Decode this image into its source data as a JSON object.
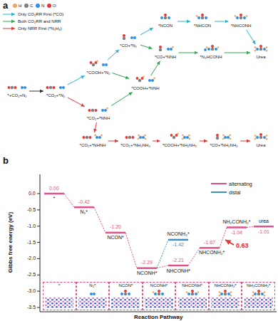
{
  "diagram": {
    "nodes": [
      {
        "text": [
          "*+CO₂+N₂"
        ]
      },
      {
        "text": [
          "*CO₂+*N₂"
        ]
      },
      {
        "text": [
          "*COOH+*N₂"
        ]
      },
      {
        "text": [
          "*CO+*N₂"
        ]
      },
      {
        "text": [
          "*NCON"
        ]
      },
      {
        "text": [
          "*NHCON"
        ]
      },
      {
        "text": [
          "*NHCONH"
        ]
      },
      {
        "text": [
          "*CO+*NNH"
        ]
      },
      {
        "text": [
          "*N₂HCONH"
        ]
      },
      {
        "text": [
          "Urea"
        ]
      },
      {
        "text": [
          "*COOH+*NNH"
        ]
      },
      {
        "text": [
          "*CO₂+*NNH"
        ]
      },
      {
        "text": [
          "*CO₂+*NHNH"
        ]
      },
      {
        "text": [
          "*CO₂+*NH₂NH₂"
        ]
      },
      {
        "text": [
          "*COOH+*NH₂NH₂"
        ]
      },
      {
        "text": [
          "*CO+*NH₂NH₂"
        ]
      },
      {
        "text": [
          "Urea"
        ]
      },
      {
        "text": [
          "*"
        ]
      },
      {
        "text": [
          "N₂*"
        ]
      },
      {
        "text": [
          "NCON*"
        ]
      },
      {
        "text": [
          "NCONH*"
        ]
      },
      {
        "text": [
          "NHCONH*"
        ]
      },
      {
        "text": [
          "NHCONH₂*"
        ]
      },
      {
        "text": [
          "NH₂CONH₂*"
        ]
      }
    ],
    "edges": [
      {
        "from": 0,
        "to": 1,
        "arrow": "to"
      },
      {
        "from": 1,
        "to": 2,
        "arrow": "to"
      },
      {
        "from": 2,
        "to": 3,
        "arrow": "to"
      },
      {
        "from": 3,
        "to": 4,
        "arrow": "to"
      },
      {
        "from": 4,
        "to": 5,
        "arrow": "to"
      },
      {
        "from": 5,
        "to": 6,
        "arrow": "to"
      },
      {
        "from": 6,
        "to": 9,
        "arrow": "to"
      },
      {
        "from": 3,
        "to": 7,
        "arrow": "to"
      },
      {
        "from": 2,
        "to": 10,
        "arrow": "to"
      },
      {
        "from": 10,
        "to": 7,
        "arrow": "to"
      },
      {
        "from": 7,
        "to": 8,
        "arrow": "to"
      },
      {
        "from": 8,
        "to": 9,
        "arrow": "to"
      },
      {
        "from": 1,
        "to": 11,
        "arrow": "to"
      },
      {
        "from": 11,
        "to": 10,
        "arrow": "to"
      },
      {
        "from": 11,
        "to": 12,
        "arrow": "to"
      },
      {
        "from": 12,
        "to": 13,
        "arrow": "to"
      },
      {
        "from": 13,
        "to": 14,
        "arrow": "to"
      },
      {
        "from": 14,
        "to": 15,
        "arrow": "to"
      },
      {
        "from": 15,
        "to": 16,
        "arrow": "to"
      }
    ],
    "labels": [
      "a",
      "b",
      "0.00",
      "*",
      "-0.42",
      "N₂*",
      "-1.20",
      "NCON*",
      "-2.29",
      "NCONH*",
      "NCONH₂*",
      "-1.42",
      "-2.21",
      "NHCONH*",
      "-1.67",
      "NHCONH₂*",
      "NH₂CONH₂*",
      "-1.04",
      "urea",
      "-1.01",
      "0.63",
      "Gibbs free energy (eV)",
      "0.0",
      "-0.5",
      "-1.0",
      "-1.5",
      "-2.0",
      "-2.5",
      "-3.0",
      "-3.5",
      "Reaction Pathway"
    ],
    "legend": [
      {
        "text": "H",
        "color": "#f4a259"
      },
      {
        "text": "C",
        "color": "#7f7f7f"
      },
      {
        "text": "N",
        "color": "#2f8fe0"
      },
      {
        "text": "O",
        "color": "#e53935"
      },
      {
        "text": "Only CO₂RR First (*CO)"
      },
      {
        "text": "Both CO₂RR and NRR"
      },
      {
        "text": "Only NRR First (*N₂H₄)"
      },
      {
        "text": "alternating"
      },
      {
        "text": "distal"
      }
    ]
  }
}
